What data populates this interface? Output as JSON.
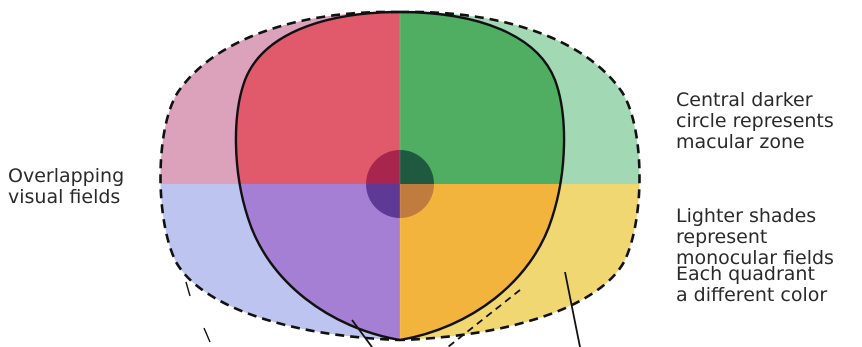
{
  "labels": {
    "overlap": "Overlapping\nvisual fields",
    "macular": "Central darker\ncircle represents\nmacular zone",
    "lighter": "Lighter shades\nrepresent\nmonocular fields",
    "quadrant": "Each quadrant\na different color"
  },
  "colors": {
    "top_left_light": "#dca2bc",
    "top_right_light": "#a2d8b4",
    "bottom_left_light": "#bcc4ef",
    "bottom_right_light": "#f0d772",
    "top_left_dark": "#e05a6c",
    "top_right_dark": "#4fae62",
    "bottom_left_dark": "#a47fd4",
    "bottom_right_dark": "#f2b43c",
    "macula_top_left": "#a8264e",
    "macula_top_right": "#1f5a40",
    "macula_bottom_left": "#5e3a96",
    "macula_bottom_right": "#c07b3e",
    "outline": "#111111"
  }
}
